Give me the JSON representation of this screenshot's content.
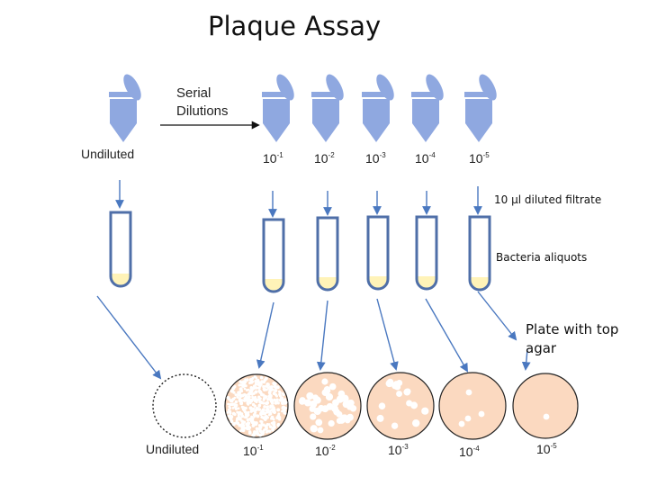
{
  "title": "Plaque Assay",
  "serial_dilutions": {
    "line1": "Serial",
    "line2": "Dilutions"
  },
  "undiluted_label": "Undiluted",
  "dilutions": [
    {
      "base": "10",
      "exp": "-1"
    },
    {
      "base": "10",
      "exp": "-2"
    },
    {
      "base": "10",
      "exp": "-3"
    },
    {
      "base": "10",
      "exp": "-4"
    },
    {
      "base": "10",
      "exp": "-5"
    }
  ],
  "filtrate_label": "10 μl diluted filtrate",
  "aliquots_label": "Bacteria aliquots",
  "plate_label": {
    "line1": "Plate with top",
    "line2": "agar"
  },
  "plate_labels": {
    "undiluted": "Undiluted",
    "dilutions": [
      {
        "base": "10",
        "exp": "-1"
      },
      {
        "base": "10",
        "exp": "-2"
      },
      {
        "base": "10",
        "exp": "-3"
      },
      {
        "base": "10",
        "exp": "-4"
      },
      {
        "base": "10",
        "exp": "-5"
      }
    ]
  },
  "colors": {
    "tube_fill": "#8fa8e0",
    "tube_outline": "#4f6fa8",
    "liquid": "#fff3b8",
    "arrow": "#4a78c0",
    "plate_fill": "#fbd9c0",
    "plaque": "#ffffff",
    "text": "#111111"
  }
}
